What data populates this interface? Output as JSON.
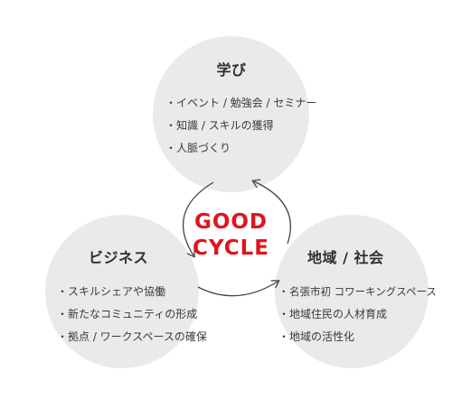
{
  "center": {
    "line1": "GOOD",
    "line2": "CYCLE",
    "color": "#e0141e"
  },
  "learning": {
    "title": "学び",
    "items": [
      "イベント / 勉強会 / セミナー",
      "知識 / スキルの獲得",
      "人脈づくり"
    ]
  },
  "business": {
    "title": "ビジネス",
    "items": [
      "スキルシェアや協働",
      "新たなコミュニティの形成",
      "拠点 / ワークスペースの確保"
    ]
  },
  "community": {
    "title": "地域 / 社会",
    "items": [
      "名張市初 コワーキングスペース",
      "地域住民の人材育成",
      "地域の活性化"
    ]
  },
  "bullet": "・",
  "colors": {
    "circle_fill": "#e8ebe7",
    "arrow": "#444444",
    "text": "#2f2f2f"
  }
}
